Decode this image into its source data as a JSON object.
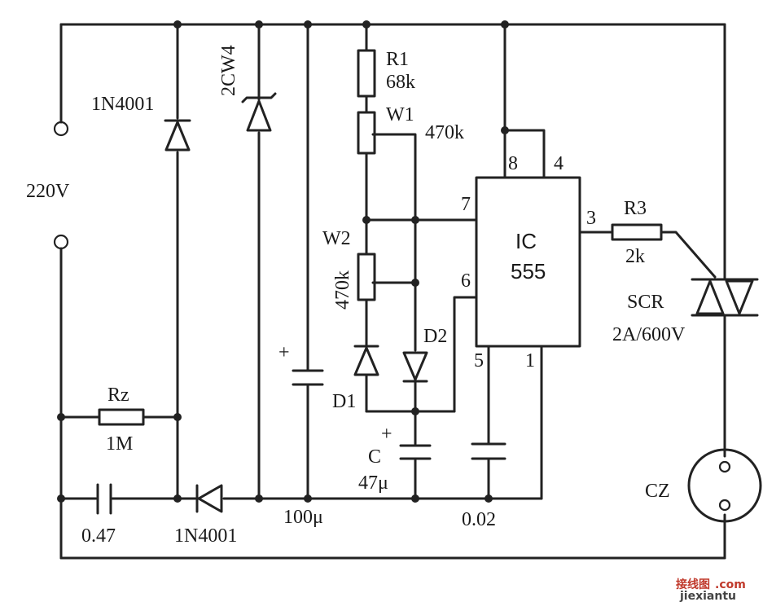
{
  "labels": {
    "mains": "220V",
    "diode_top": "1N4001",
    "zener": "2CW4",
    "r1_name": "R1",
    "r1_value": "68k",
    "w1_name": "W1",
    "w1_value": "470k",
    "w2_name": "W2",
    "w2_value": "470k",
    "d1": "D1",
    "d2": "D2",
    "c_name": "C",
    "c_value": "47μ",
    "ic_name": "IC",
    "ic_number": "555",
    "pin8": "8",
    "pin4": "4",
    "pin7": "7",
    "pin6": "6",
    "pin3": "3",
    "pin5": "5",
    "pin1": "1",
    "r3_name": "R3",
    "r3_value": "2k",
    "scr_name": "SCR",
    "scr_rating": "2A/600V",
    "rz_name": "Rz",
    "rz_value": "1M",
    "c_in_value": "0.47",
    "diode_bottom": "1N4001",
    "cap_filter_value": "100μ",
    "cap_ctrl_value": "0.02",
    "socket": "CZ",
    "cap_polarity": "+",
    "watermark_cn": "接线图",
    "watermark_dot": ".com",
    "watermark_url": "jiexiantu"
  },
  "colors": {
    "ink": "#222222",
    "watermark_red": "#c0392b"
  }
}
